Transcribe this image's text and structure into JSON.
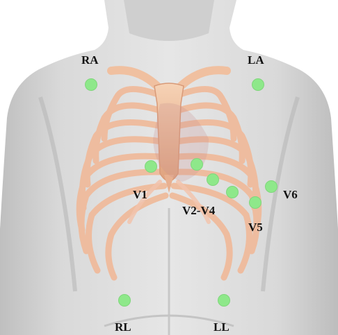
{
  "labels": {
    "ra": "RA",
    "la": "LA",
    "v1": "V1",
    "v2_v4": "V2-V4",
    "v5": "V5",
    "v6": "V6",
    "rl": "RL",
    "ll": "LL"
  },
  "colors": {
    "electrode": "#8ee88a",
    "skin": "#dadada",
    "bone": "#f0c0a0",
    "cartilage": "#efb9a2"
  }
}
